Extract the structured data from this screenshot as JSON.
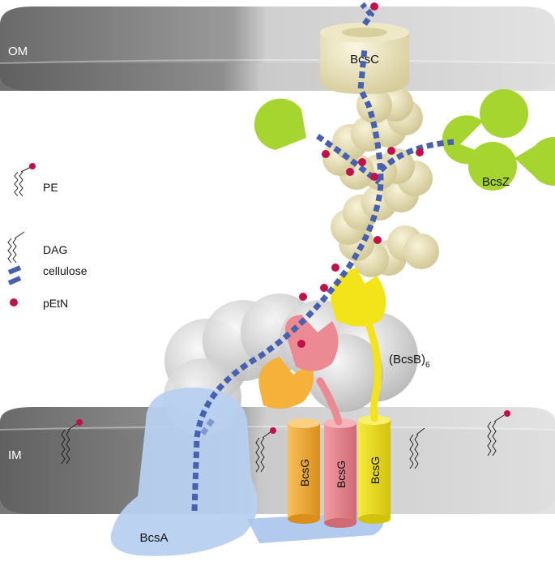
{
  "membranes": {
    "outer": "OM",
    "inner": "IM"
  },
  "proteins": {
    "bcsc": "BcsC",
    "bcsz": "BcsZ",
    "bcsb": "(BcsB)",
    "bcsb_sub": "6",
    "bcsa": "BcsA",
    "bcsg": [
      "BcsG",
      "BcsG",
      "BcsG"
    ]
  },
  "legend": {
    "items": [
      {
        "label": "PE",
        "icon": "pe-lipid-icon"
      },
      {
        "label": "DAG",
        "icon": "dag-lipid-icon"
      },
      {
        "label": "cellulose",
        "icon": "cellulose-dash-icon"
      },
      {
        "label": "pEtN",
        "icon": "petn-dot-icon"
      }
    ]
  },
  "colors": {
    "membrane_dark": "#6e6e6e",
    "membrane_light": "#d8d8d8",
    "bcsc": "#ece5c0",
    "bcsz": "#a6d52f",
    "bcsb": "#dcdcdc",
    "bcsa": "#b8d0f0",
    "bcsg_orange": "#f6b13a",
    "bcsg_pink": "#ec8a93",
    "bcsg_yellow": "#f3e41a",
    "cellulose": "#4661b0",
    "petn": "#c2104a"
  }
}
